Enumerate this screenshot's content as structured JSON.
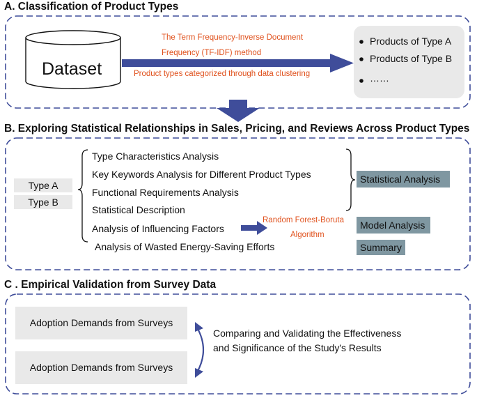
{
  "section_a": {
    "title": "A.  Classification of Product Types",
    "dataset_label": "Dataset",
    "method_line1": "The Term Frequency-Inverse Document",
    "method_line2": "Frequency (TF-IDF) method",
    "cluster_note": "Product types categorized through data clustering",
    "products": [
      "Products of Type A",
      "Products of Type B",
      "……"
    ]
  },
  "section_b": {
    "title": "B.  Exploring Statistical Relationships in Sales, Pricing, and Reviews Across Product Types",
    "types": [
      "Type A",
      "Type B"
    ],
    "analyses": [
      "Type Characteristics Analysis",
      "Key Keywords Analysis for Different Product Types",
      "Functional Requirements Analysis",
      "Statistical Description",
      "Analysis of Influencing Factors",
      "Analysis of Wasted Energy-Saving Efforts"
    ],
    "algorithm_line1": "Random Forest-Boruta",
    "algorithm_line2": "Algorithm",
    "statistical_label": "Statistical Analysis",
    "model_label": "Model Analysis",
    "summary_label": "Summary"
  },
  "section_c": {
    "title": "C .  Empirical Validation from Survey Data",
    "survey_box_1": "Adoption Demands from Surveys",
    "survey_box_2": "Adoption Demands from Surveys",
    "compare_line1": "Comparing and Validating the Effectiveness",
    "compare_line2": "and Significance of the Study's Results"
  },
  "colors": {
    "arrow": "#3f4d9a",
    "dashed_border": "#3f4d9a",
    "orange_text": "#e0521e",
    "teal_box": "#7f97a1",
    "gray_box": "#e9e9e9"
  }
}
